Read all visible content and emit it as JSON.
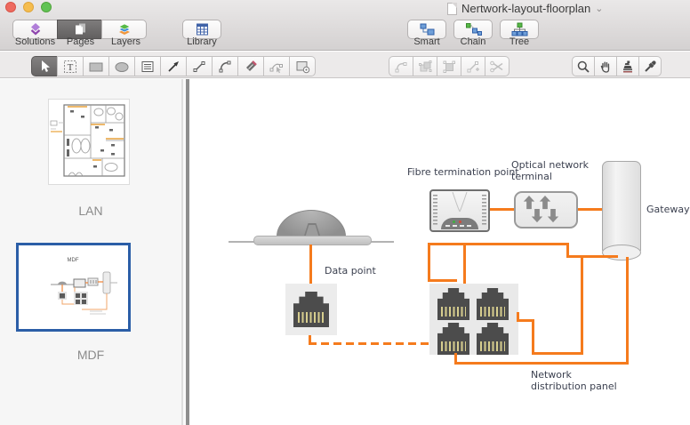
{
  "window": {
    "title": "Nertwork-layout-floorplan",
    "title_menu_chevron": "⌄",
    "traffic_lights": [
      "close",
      "minimize",
      "zoom"
    ]
  },
  "toolbar": {
    "view_segments": [
      {
        "label": "Solutions",
        "icon": "solutions-icon",
        "selected": false
      },
      {
        "label": "Pages",
        "icon": "pages-icon",
        "selected": true
      },
      {
        "label": "Layers",
        "icon": "layers-icon",
        "selected": false
      }
    ],
    "library": {
      "label": "Library",
      "icon": "library-icon"
    },
    "connector_tools": [
      {
        "label": "Smart",
        "icon": "smart-connector-icon"
      },
      {
        "label": "Chain",
        "icon": "chain-connector-icon"
      },
      {
        "label": "Tree",
        "icon": "tree-connector-icon"
      }
    ]
  },
  "drawing_toolbar": {
    "selected_tool": "select",
    "left_tools": [
      "select",
      "text",
      "rectangle",
      "ellipse",
      "text-block",
      "arrow",
      "line",
      "arc",
      "pen",
      "node-edit",
      "shape-edit"
    ],
    "disabled_edit_tools": [
      "reshape",
      "group",
      "ungroup",
      "add-segment",
      "cut"
    ],
    "view_tools": [
      "zoom",
      "pan",
      "stamp",
      "eyedropper"
    ]
  },
  "sidebar": {
    "pages": [
      {
        "label": "LAN",
        "selected": false
      },
      {
        "label": "MDF",
        "selected": true,
        "thumbnail_title": "MDF"
      }
    ]
  },
  "canvas": {
    "labels": {
      "data_point": "Data point",
      "fibre_termination_point": "Fibre termination point",
      "optical_network_terminal_line1": "Optical network",
      "optical_network_terminal_line2": "terminal",
      "gateway": "Gateway",
      "network_distribution_panel_line1": "Network",
      "network_distribution_panel_line2": "distribution panel"
    }
  },
  "colors": {
    "wire_orange": "#f57b1d",
    "selection_blue": "#2b5ea7",
    "traffic_red": "#ee6a5f",
    "traffic_yellow": "#f5bd4e",
    "traffic_green": "#61c354"
  }
}
